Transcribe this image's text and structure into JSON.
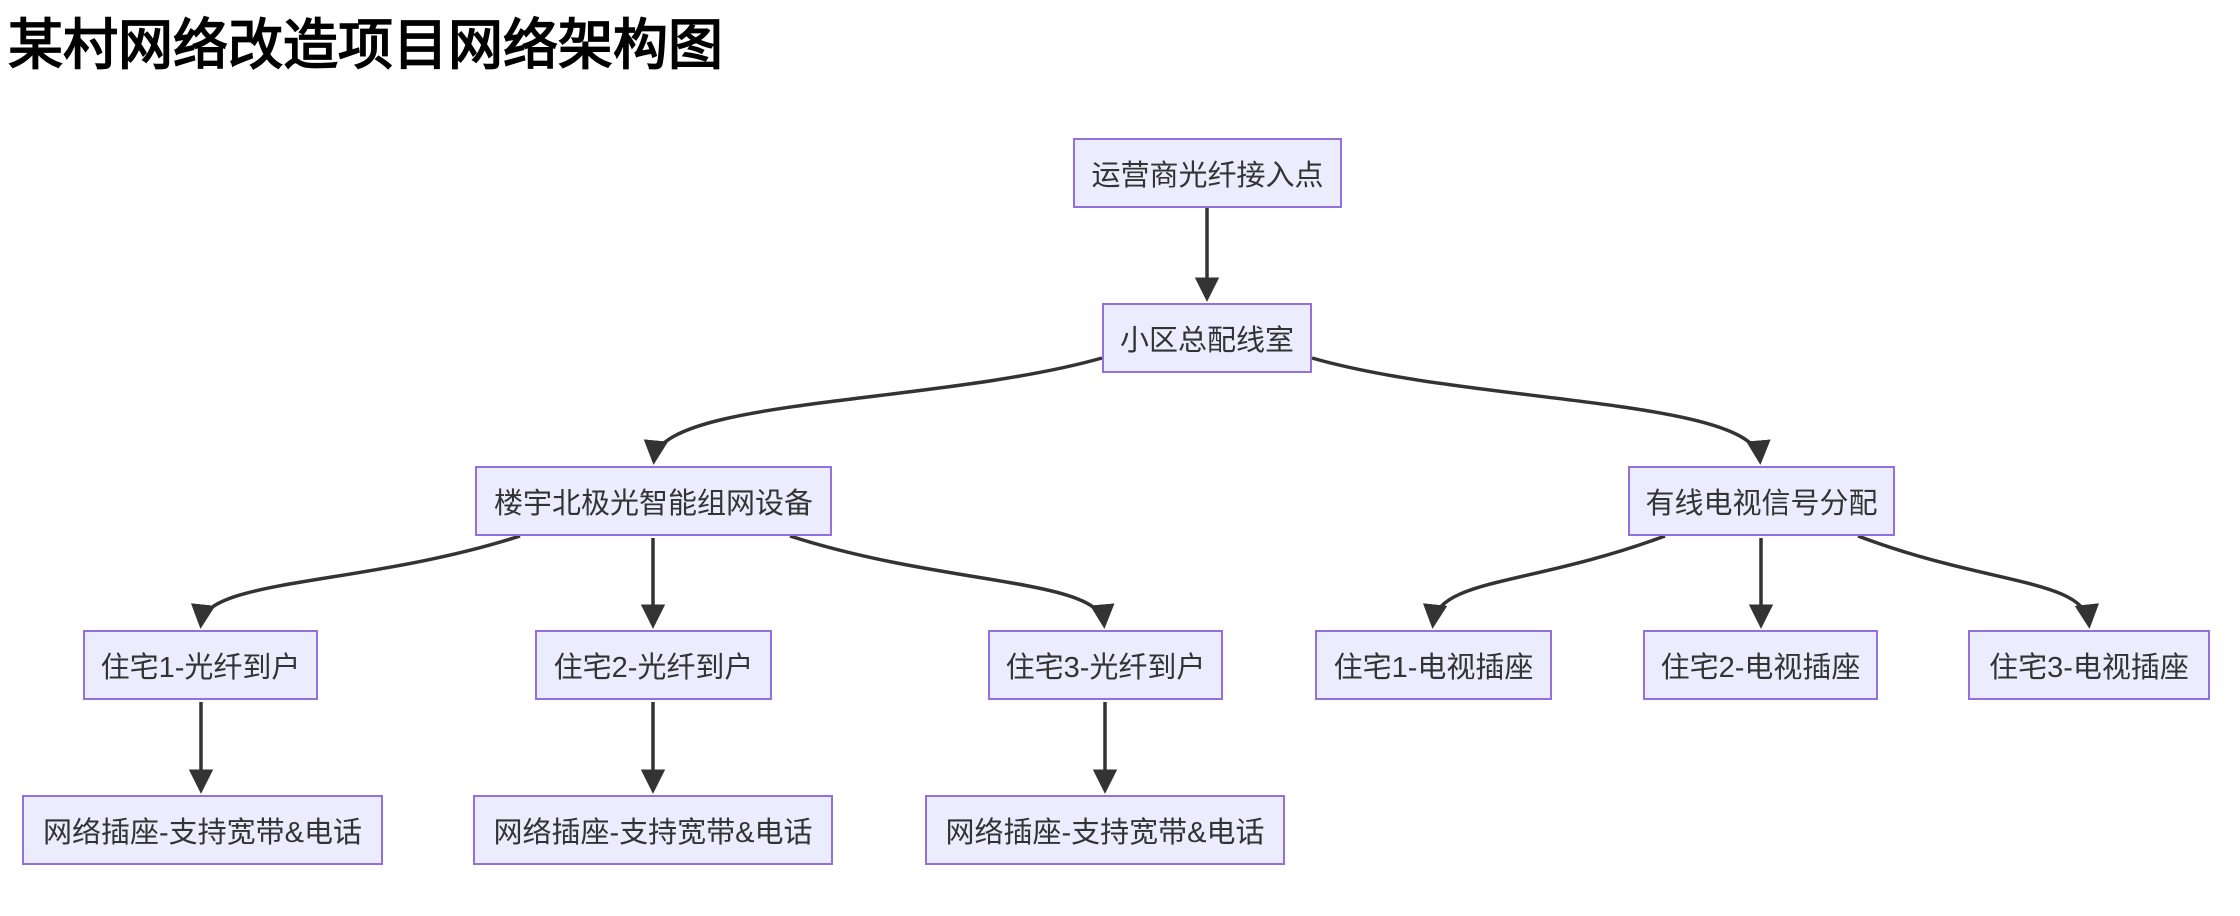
{
  "title": "某村网络改造项目网络架构图",
  "colors": {
    "background": "#FFFFFF",
    "title_text": "#000000",
    "node_fill": "#ECECFF",
    "node_border": "#9370DB",
    "node_text": "#333333",
    "edge": "#333333"
  },
  "diagram": {
    "type": "flowchart-top-down",
    "nodes": [
      {
        "id": "A",
        "label": "运营商光纤接入点"
      },
      {
        "id": "B",
        "label": "小区总配线室"
      },
      {
        "id": "C",
        "label": "楼宇北极光智能组网设备"
      },
      {
        "id": "D",
        "label": "有线电视信号分配"
      },
      {
        "id": "E1",
        "label": "住宅1-光纤到户"
      },
      {
        "id": "E2",
        "label": "住宅2-光纤到户"
      },
      {
        "id": "E3",
        "label": "住宅3-光纤到户"
      },
      {
        "id": "F1",
        "label": "住宅1-电视插座"
      },
      {
        "id": "F2",
        "label": "住宅2-电视插座"
      },
      {
        "id": "F3",
        "label": "住宅3-电视插座"
      },
      {
        "id": "G1",
        "label": "网络插座-支持宽带&电话"
      },
      {
        "id": "G2",
        "label": "网络插座-支持宽带&电话"
      },
      {
        "id": "G3",
        "label": "网络插座-支持宽带&电话"
      }
    ],
    "edges": [
      {
        "from": "运营商光纤接入点",
        "to": "小区总配线室"
      },
      {
        "from": "小区总配线室",
        "to": "楼宇北极光智能组网设备"
      },
      {
        "from": "小区总配线室",
        "to": "有线电视信号分配"
      },
      {
        "from": "楼宇北极光智能组网设备",
        "to": "住宅1-光纤到户"
      },
      {
        "from": "楼宇北极光智能组网设备",
        "to": "住宅2-光纤到户"
      },
      {
        "from": "楼宇北极光智能组网设备",
        "to": "住宅3-光纤到户"
      },
      {
        "from": "有线电视信号分配",
        "to": "住宅1-电视插座"
      },
      {
        "from": "有线电视信号分配",
        "to": "住宅2-电视插座"
      },
      {
        "from": "有线电视信号分配",
        "to": "住宅3-电视插座"
      },
      {
        "from": "住宅1-光纤到户",
        "to": "网络插座-支持宽带&电话"
      },
      {
        "from": "住宅2-光纤到户",
        "to": "网络插座-支持宽带&电话"
      },
      {
        "from": "住宅3-光纤到户",
        "to": "网络插座-支持宽带&电话"
      }
    ]
  }
}
